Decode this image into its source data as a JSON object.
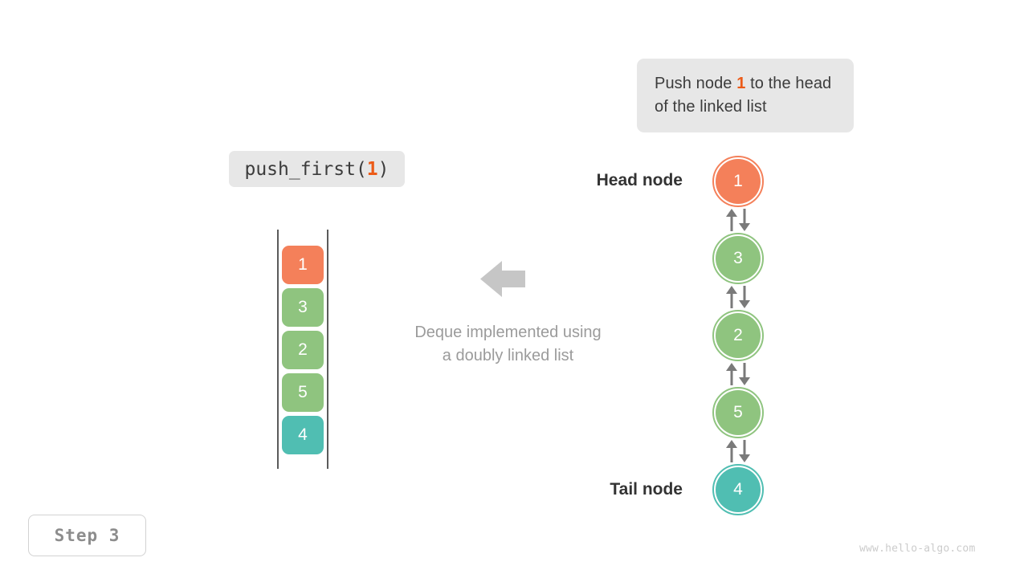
{
  "callout": {
    "text_before": "Push node ",
    "highlight": "1",
    "text_after": " to the head of the linked list"
  },
  "code_chip": {
    "prefix": "push_first(",
    "argument": "1",
    "suffix": ")"
  },
  "stack": {
    "items": [
      {
        "value": "1",
        "color": "#f4805a"
      },
      {
        "value": "3",
        "color": "#8fc47f"
      },
      {
        "value": "2",
        "color": "#8fc47f"
      },
      {
        "value": "5",
        "color": "#8fc47f"
      },
      {
        "value": "4",
        "color": "#50beb2"
      }
    ]
  },
  "middle": {
    "arrow_icon": "arrow-left-icon",
    "caption_line1": "Deque implemented using",
    "caption_line2": "a doubly linked list"
  },
  "linked_list": {
    "head_label": "Head node",
    "tail_label": "Tail node",
    "nodes": [
      {
        "value": "1",
        "color": "#f4805a",
        "ring": "#f4805a"
      },
      {
        "value": "3",
        "color": "#8fc47f",
        "ring": "#8fc47f"
      },
      {
        "value": "2",
        "color": "#8fc47f",
        "ring": "#8fc47f"
      },
      {
        "value": "5",
        "color": "#8fc47f",
        "ring": "#8fc47f"
      },
      {
        "value": "4",
        "color": "#50beb2",
        "ring": "#50beb2"
      }
    ],
    "link_arrows": [
      "up",
      "down"
    ]
  },
  "step_badge": {
    "label": "Step 3"
  },
  "watermark": {
    "text": "www.hello-algo.com"
  },
  "colors": {
    "orange": "#f4805a",
    "orange_text": "#ec5b18",
    "green": "#8fc47f",
    "teal": "#50beb2",
    "gray_arrow": "#7a7a7a",
    "chip_bg": "#e7e7e7",
    "caption_gray": "#9b9b9b"
  }
}
